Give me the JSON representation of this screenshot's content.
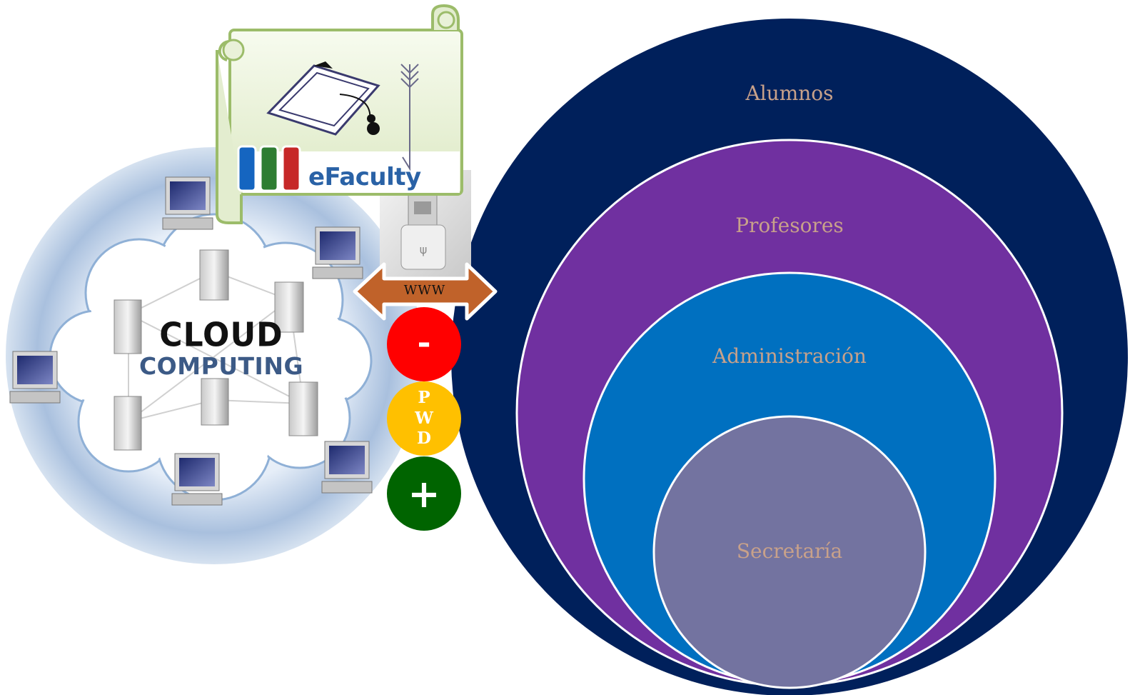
{
  "cloud": {
    "title_line1": "CLOUD",
    "title_line2": "COMPUTING"
  },
  "efaculty": {
    "label": "eFaculty",
    "flag_colors": [
      "#1565c0",
      "#2e7d32",
      "#c62828"
    ]
  },
  "connector": {
    "label": "WWW",
    "color": "#c0622a"
  },
  "security": {
    "minus": "-",
    "pwd_letters": [
      "P",
      "W",
      "D"
    ],
    "plus": "+",
    "colors": {
      "minus": "#ff0000",
      "pwd": "#ffc000",
      "plus": "#006400"
    }
  },
  "rings": [
    {
      "label": "Alumnos",
      "color": "#00205b"
    },
    {
      "label": "Profesores",
      "color": "#7030a0"
    },
    {
      "label": "Administración",
      "color": "#0070c0"
    },
    {
      "label": "Secretaría",
      "color": "#7373a0"
    }
  ],
  "label_color": "#c8a18a"
}
